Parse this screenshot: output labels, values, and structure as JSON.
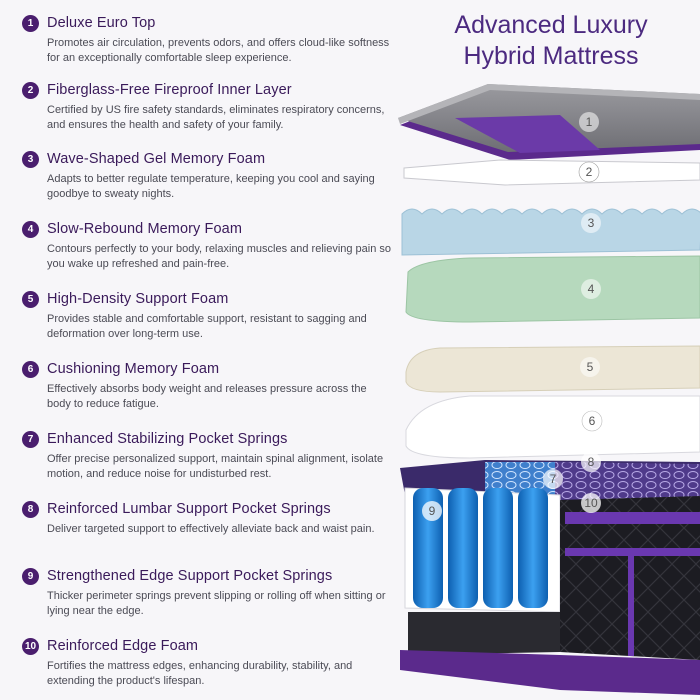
{
  "heading": {
    "line1": "Advanced Luxury",
    "line2": "Hybrid Mattress"
  },
  "features": [
    {
      "num": "1",
      "title": "Deluxe Euro Top",
      "desc": "Promotes air circulation, prevents odors, and offers cloud-like softness for an exceptionally comfortable sleep experience."
    },
    {
      "num": "2",
      "title": "Fiberglass-Free Fireproof Inner Layer",
      "desc": "Certified by US fire safety standards, eliminates respiratory concerns, and ensures the health and safety of your family."
    },
    {
      "num": "3",
      "title": "Wave-Shaped Gel Memory Foam",
      "desc": "Adapts to better regulate temperature, keeping you cool and saying goodbye to sweaty nights."
    },
    {
      "num": "4",
      "title": "Slow-Rebound Memory Foam",
      "desc": "Contours perfectly to your body, relaxing muscles and relieving pain so you wake up refreshed and pain-free."
    },
    {
      "num": "5",
      "title": "High-Density Support Foam",
      "desc": "Provides stable and comfortable support, resistant to sagging and deformation over long-term use."
    },
    {
      "num": "6",
      "title": "Cushioning Memory Foam",
      "desc": "Effectively absorbs body weight and releases pressure across the body to reduce fatigue."
    },
    {
      "num": "7",
      "title": "Enhanced Stabilizing Pocket Springs",
      "desc": "Offer precise personalized support, maintain spinal alignment, isolate motion, and reduce noise for undisturbed rest."
    },
    {
      "num": "8",
      "title": "Reinforced Lumbar Support Pocket Springs",
      "desc": "Deliver targeted support to effectively alleviate back and waist pain."
    },
    {
      "num": "9",
      "title": "Strengthened Edge Support Pocket Springs",
      "desc": "Thicker perimeter springs prevent slipping or rolling off when sitting or lying near the edge."
    },
    {
      "num": "10",
      "title": "Reinforced Edge Foam",
      "desc": "Fortifies the mattress edges, enhancing durability, stability, and extending the product's lifespan."
    }
  ],
  "layer_markers": [
    "1",
    "2",
    "3",
    "4",
    "5",
    "6",
    "7",
    "8",
    "9",
    "10"
  ],
  "colors": {
    "accent_purple": "#4a1e6e",
    "heading_purple": "#4c2a80",
    "gel_foam_blue": "#b9d6e6",
    "memory_foam_green": "#b6d9bd",
    "support_foam_beige": "#ece6d6",
    "spring_blue": "#1a7fd6",
    "cover_black": "#1c1c22"
  }
}
